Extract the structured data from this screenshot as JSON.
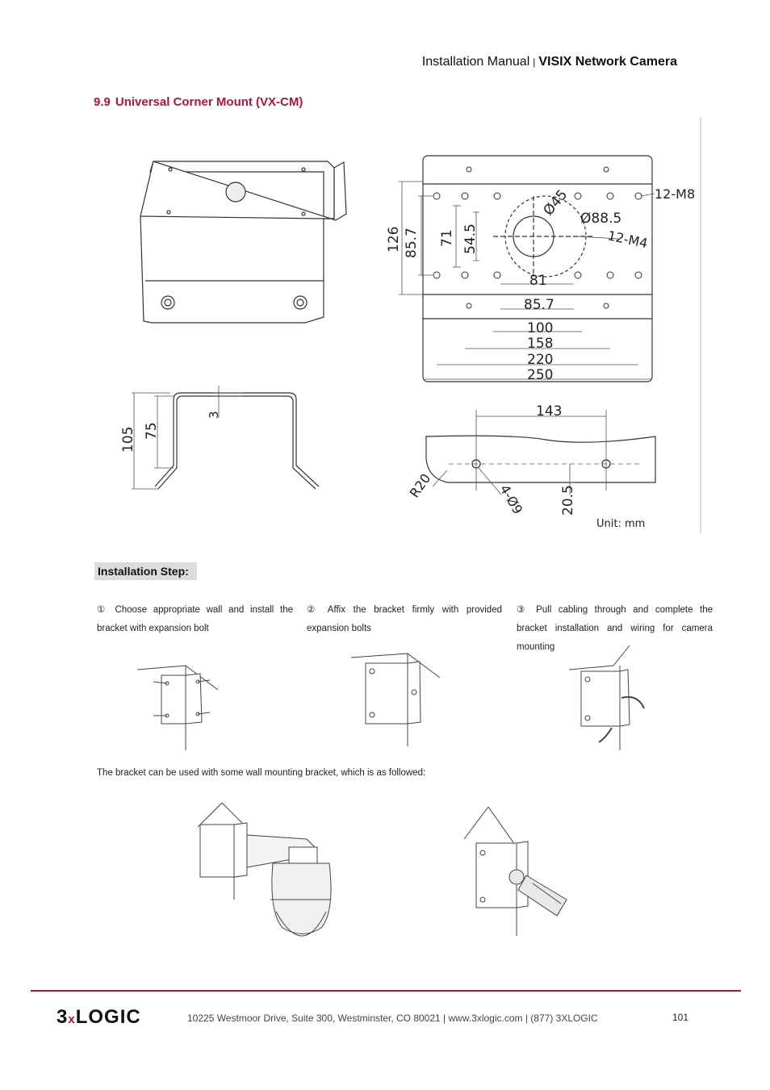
{
  "header": {
    "manual": "Installation Manual",
    "separator": "|",
    "product": "VISIX Network Camera"
  },
  "section": {
    "number": "9.9",
    "title": "Universal Corner Mount (VX-CM)"
  },
  "drawing": {
    "dims_front": [
      "126",
      "85.7",
      "71",
      "54.5",
      "81",
      "85.7",
      "100",
      "158",
      "220",
      "250"
    ],
    "labels_front": [
      "Ø45",
      "Ø88.5",
      "12-M8",
      "12-M4"
    ],
    "dims_side": [
      "105",
      "75",
      "3"
    ],
    "dims_bottom": [
      "143",
      "R20",
      "4-Ø9",
      "20.5"
    ],
    "unit": "Unit:  mm"
  },
  "install": {
    "heading": "Installation Step:",
    "steps": [
      "① Choose appropriate wall and install the bracket with expansion bolt",
      "② Affix the bracket firmly with provided expansion bolts",
      "③ Pull cabling through and complete the bracket installation and wiring for camera mounting"
    ],
    "note": "The bracket can be used with some wall mounting bracket, which is as followed:"
  },
  "footer": {
    "logo_main": "3",
    "logo_x": "x",
    "logo_rest": "LOGIC",
    "address": "10225 Westmoor Drive, Suite 300, Westminster, CO 80021 | www.3xlogic.com | (877) 3XLOGIC",
    "page": "101"
  }
}
